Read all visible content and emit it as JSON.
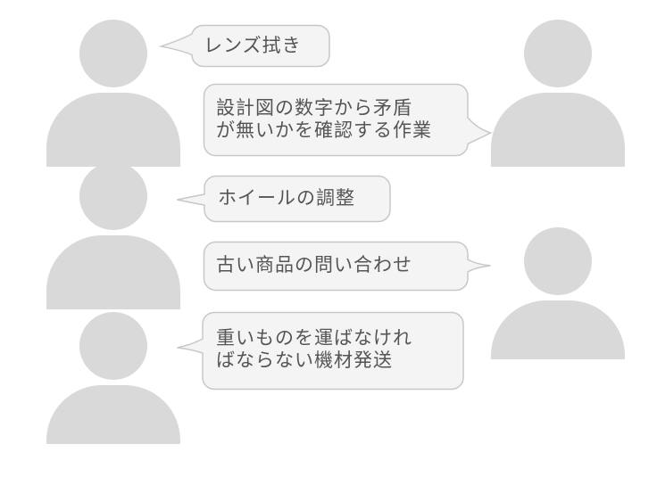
{
  "colors": {
    "avatar": "#d9d9d9",
    "bubble_fill": "#f4f4f4",
    "bubble_border": "#c8c8c8",
    "text": "#555555"
  },
  "icons": [
    "person-silhouette-icon"
  ],
  "messages": [
    {
      "text": "レンズ拭き",
      "side": "left"
    },
    {
      "text": "設計図の数字から矛盾\nが無いかを確認する作業",
      "side": "right"
    },
    {
      "text": "ホイールの調整",
      "side": "left"
    },
    {
      "text": "古い商品の問い合わせ",
      "side": "right"
    },
    {
      "text": "重いものを運ばなけれ\nばならない機材発送",
      "side": "left"
    }
  ]
}
